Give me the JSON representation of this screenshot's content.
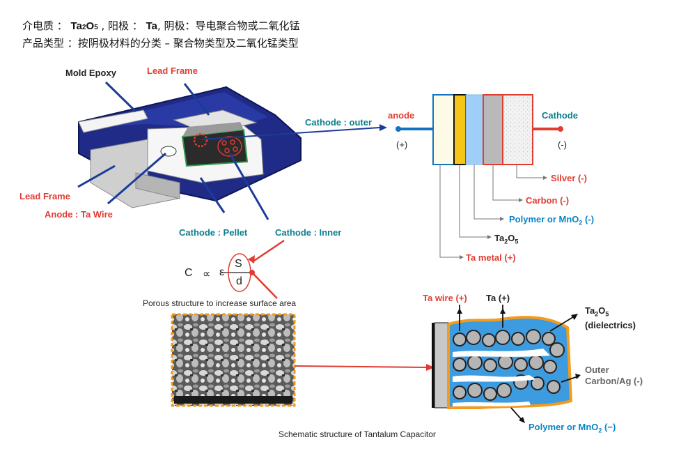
{
  "header": {
    "line1_a": "介电质 ： ",
    "line1_b": "Ta",
    "line1_c": "2",
    "line1_d": "O",
    "line1_e": "5",
    "line1_f": " , 阳极 ： ",
    "line1_g": "Ta",
    "line1_h": ", 阴极：导电聚合物或二氧化锰",
    "line2": "产品类型 ：按阴极材料的分类 – 聚合物类型及二氧化锰类型"
  },
  "package_labels": {
    "mold_epoxy": "Mold Epoxy",
    "lead_frame_top": "Lead Frame",
    "lead_frame_left": "Lead Frame",
    "anode_wire": "Anode : Ta Wire",
    "cathode_pellet": "Cathode : Pellet",
    "cathode_inner": "Cathode : Inner",
    "cathode_outer": "Cathode : outer"
  },
  "layers": {
    "anode": "anode",
    "anode_sign": "(+)",
    "cathode": "Cathode",
    "cathode_sign": "(-)",
    "silver": "Silver (-)",
    "carbon": "Carbon (-)",
    "polymer": "Polymer or MnO",
    "polymer_sub": "2",
    "polymer_tail": " (-)",
    "ta2o5_a": "Ta",
    "ta2o5_b": "2",
    "ta2o5_c": "O",
    "ta2o5_d": "5",
    "ta_metal": "Ta metal (+)",
    "colors": {
      "ta_metal": "#fdfbe6",
      "ta2o5": "#f5c518",
      "polymer": "#9fcff8",
      "carbon": "#b9b9b9",
      "silver": "#eeeeee"
    }
  },
  "formula": {
    "c": "C",
    "prop": "∝",
    "eps": "ε",
    "s": "S",
    "d": "d"
  },
  "porous_caption": "Porous structure to increase surface area",
  "schematic": {
    "ta_wire": "Ta wire (+)",
    "ta": "Ta (+)",
    "dielectric_a": "Ta",
    "dielectric_b": "2",
    "dielectric_c": "O",
    "dielectric_d": "5",
    "dielectric_e": "(dielectrics)",
    "outer_a": "Outer",
    "outer_b": "Carbon/Ag (-)",
    "polymer": "Polymer or MnO",
    "polymer_sub": "2",
    "polymer_tail": " (−)",
    "caption": "Schematic structure of Tantalum Capacitor"
  }
}
